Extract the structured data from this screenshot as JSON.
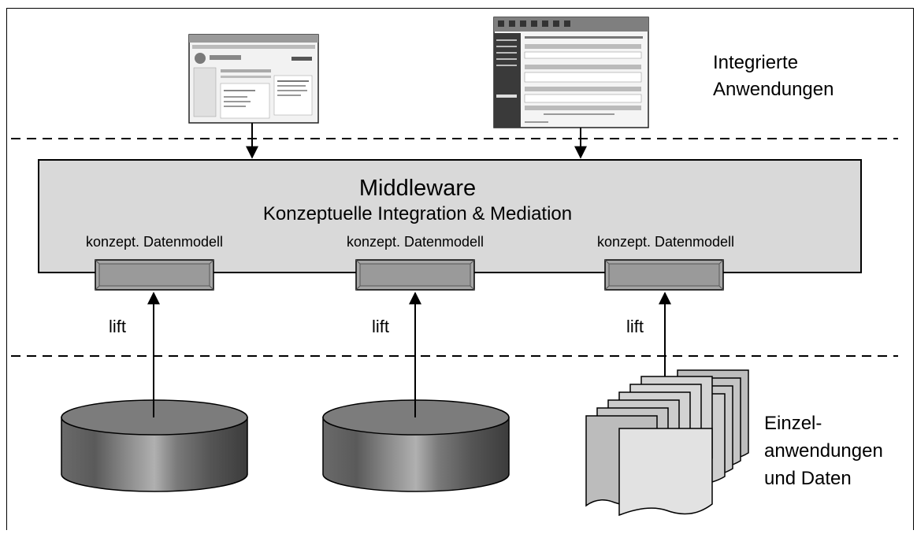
{
  "diagram": {
    "top_label": [
      "Integrierte",
      "Anwendungen"
    ],
    "middleware_title": "Middleware",
    "middleware_subtitle": "Konzeptuelle Integration & Mediation",
    "models": [
      {
        "label": "konzept. Datenmodell",
        "lift": "lift"
      },
      {
        "label": "konzept. Datenmodell",
        "lift": "lift"
      },
      {
        "label": "konzept. Datenmodell",
        "lift": "lift"
      }
    ],
    "bottom_label": [
      "Einzel-",
      "anwendungen",
      "und Daten"
    ]
  },
  "colors": {
    "middleware_fill": "#d9d9d9",
    "model_box_fill": "#a6a6a6",
    "cylinder_dark": "#555555",
    "cylinder_light": "#aaaaaa",
    "document_fill": "#c8c8c8"
  }
}
